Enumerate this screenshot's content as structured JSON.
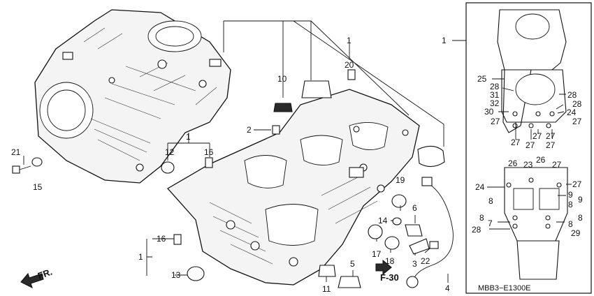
{
  "diagram": {
    "code": "MBB3−E1300E",
    "direction_label": "FR.",
    "reference_label": "F-30",
    "callouts": {
      "c1_top": "1",
      "c1_mid": "1",
      "c1_low": "1",
      "c1_box": "1",
      "c2": "2",
      "c3": "3",
      "c4": "4",
      "c5": "5",
      "c6": "6",
      "c10": "10",
      "c11": "11",
      "c12": "12",
      "c13": "13",
      "c14": "14",
      "c15": "15",
      "c16a": "16",
      "c16b": "16",
      "c17": "17",
      "c18": "18",
      "c19": "19",
      "c20": "20",
      "c21": "21",
      "c22": "22",
      "b25": "25",
      "b28a": "28",
      "b31": "31",
      "b32": "32",
      "b28b": "28",
      "b28c": "28",
      "b30": "30",
      "b24a": "24",
      "b27a": "27",
      "b27b": "27",
      "b27c": "27",
      "b27d": "27",
      "b27e": "27",
      "b27f": "27",
      "b27g": "27",
      "b26a": "26",
      "b23": "23",
      "b26b": "26",
      "b27h": "27",
      "b27i": "27",
      "b24b": "24",
      "b8a": "8",
      "b9a": "9",
      "b9b": "9",
      "b8b": "8",
      "b8c": "8",
      "b8d": "8",
      "b7": "7",
      "b8e": "8",
      "b28d": "28",
      "b29": "29"
    }
  }
}
